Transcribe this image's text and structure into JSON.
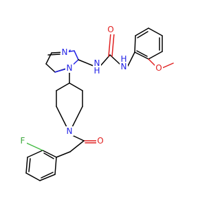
{
  "molecule": {
    "atoms": {
      "n_ring_pyrazole_1": "N",
      "n_ring_pyrazole_2": "N",
      "nh_left": "N",
      "nh_left_h": "H",
      "nh_right": "N",
      "nh_right_h": "H",
      "o_urea": "O",
      "o_methoxy": "O",
      "n_piperidine": "N",
      "o_ketone": "O",
      "f_fluoro": "F"
    },
    "colors": {
      "nitrogen": "#2323e6",
      "oxygen": "#e02020",
      "fluorine": "#3aa63a",
      "carbon_bond": "#000000"
    }
  }
}
